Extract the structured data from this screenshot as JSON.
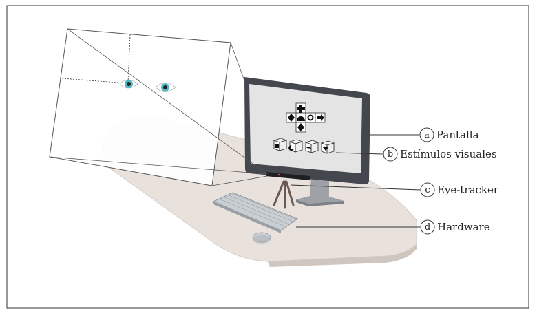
{
  "labels": [
    {
      "letter": "a",
      "text": "Pantalla"
    },
    {
      "letter": "b",
      "text": "Estímulos visuales"
    },
    {
      "letter": "c",
      "text": "Eye-tracker"
    },
    {
      "letter": "d",
      "text": "Hardware"
    }
  ],
  "icons": [
    "eye-icon",
    "cross-icon",
    "diamond-icon",
    "semicircle-icon",
    "circle-icon",
    "arrow-right-icon",
    "cube-icon",
    "keyboard-icon",
    "mouse-icon",
    "tripod-icon"
  ],
  "colors": {
    "desk": "#e8e1dc",
    "desk_edge": "#cfc6bf",
    "monitor_frame": "#4a4d55",
    "screen": "#e6e6e6",
    "keyboard": "#c8cdd2",
    "iris": "#3aa8b6",
    "leader": "#333333"
  }
}
